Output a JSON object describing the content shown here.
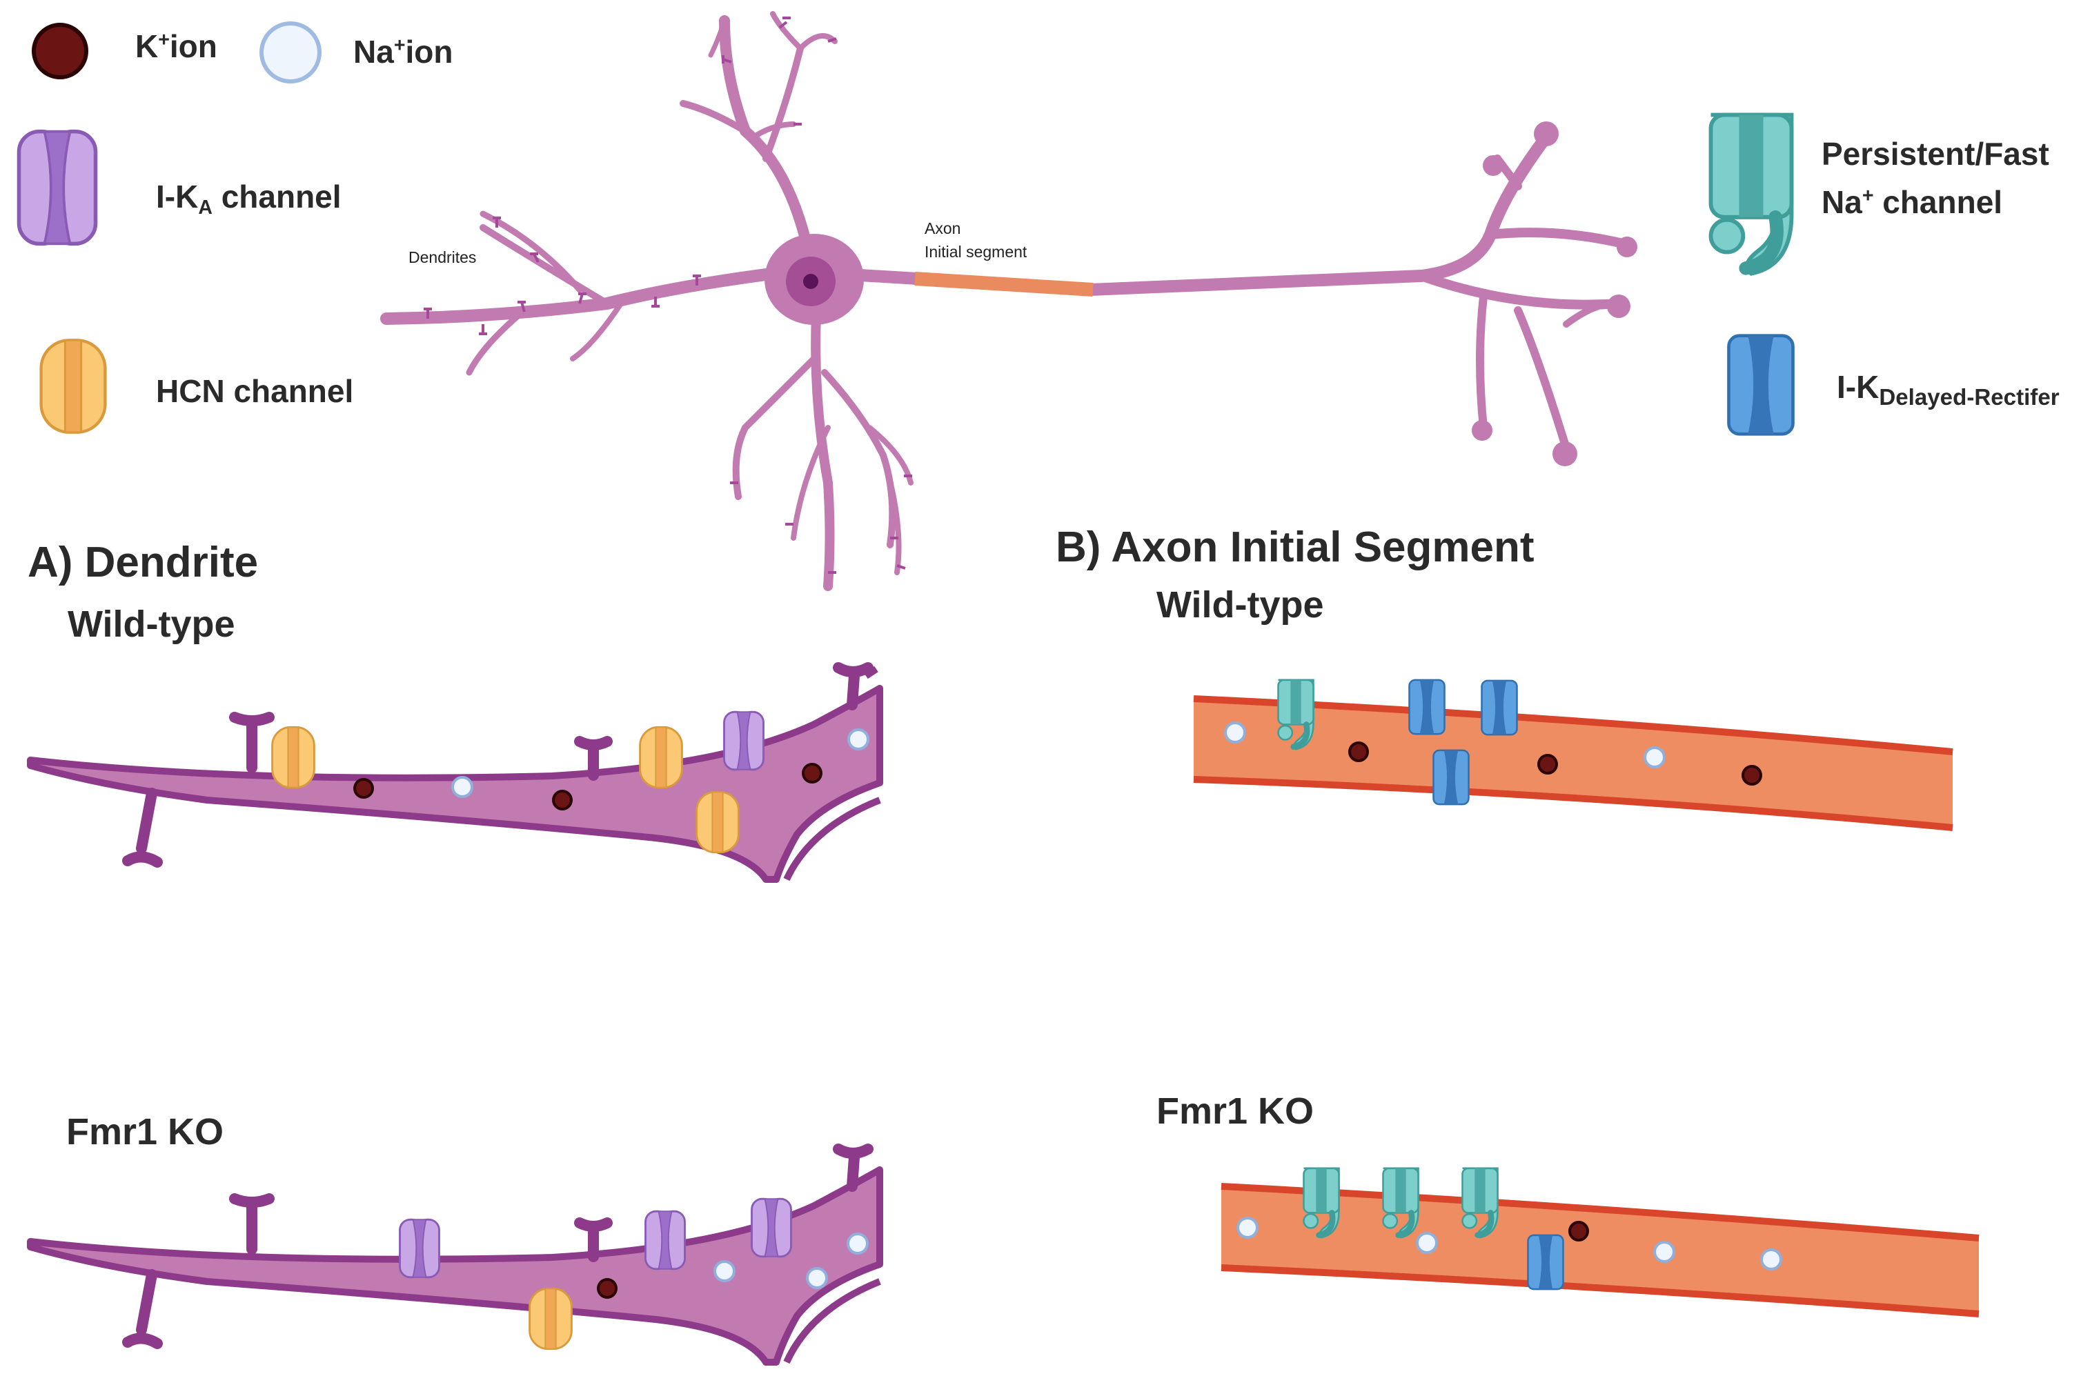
{
  "legend": {
    "k_ion": {
      "pre": "K",
      "sup": "+",
      "post": "ion"
    },
    "na_ion": {
      "pre": "Na",
      "sup": "+",
      "post": "ion"
    },
    "ika_channel": {
      "pre": "I-K",
      "sub": "A",
      "post": " channel"
    },
    "hcn_channel": "HCN channel",
    "na_channel": {
      "line1": "Persistent/Fast",
      "line2_pre": "Na",
      "line2_sup": "+",
      "line2_post": " channel"
    },
    "ikdr_channel": {
      "pre": "I-K",
      "sub": "Delayed-Rectifer"
    }
  },
  "neuron": {
    "dendrites_label": "Dendrites",
    "axon_label_line1": "Axon",
    "axon_label_line2": "Initial segment"
  },
  "panel_a": {
    "title": "A) Dendrite",
    "wildtype": "Wild-type",
    "ko": "Fmr1 KO"
  },
  "panel_b": {
    "title": "B) Axon Initial Segment",
    "wildtype": "Wild-type",
    "ko": "Fmr1 KO"
  },
  "colors": {
    "neuron": "#c57bb0",
    "neuron_outline": "#9b3f8f",
    "axon_initial_segment": "#ee8a5f",
    "axon_outline": "#d9452a",
    "k_ion": "#7a1a1a",
    "na_ion": "#e6f0fb",
    "ika": "#b48ad6",
    "hcn": "#f7c16d",
    "na_channel": "#6cc4c0",
    "ikdr": "#4d94d6"
  }
}
